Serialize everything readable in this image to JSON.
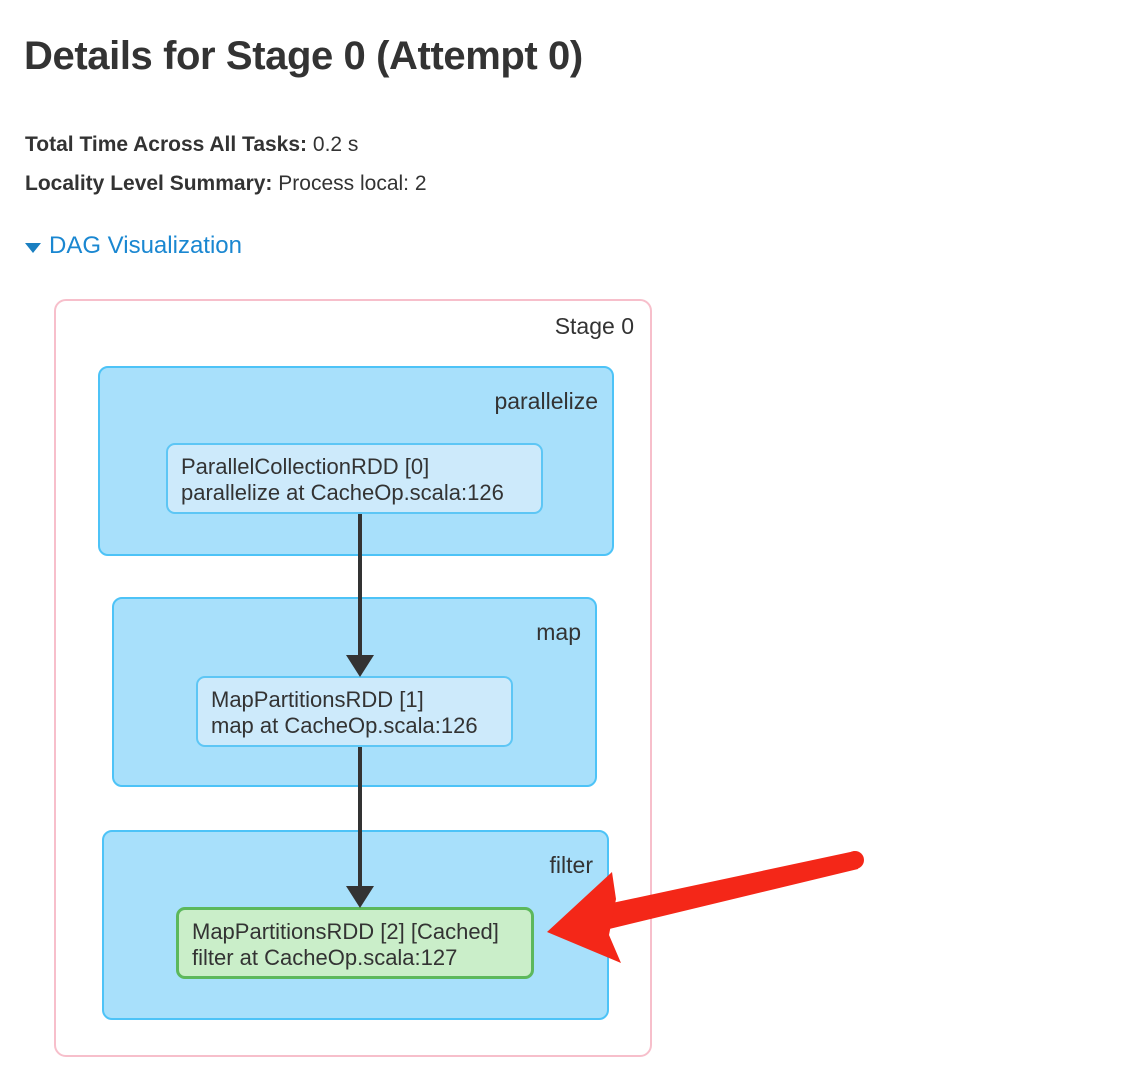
{
  "page": {
    "title": "Details for Stage 0 (Attempt 0)"
  },
  "summary": {
    "total_time_label": "Total Time Across All Tasks:",
    "total_time_value": "0.2 s",
    "locality_label": "Locality Level Summary:",
    "locality_value": "Process local: 2"
  },
  "dag_toggle": {
    "label": "DAG Visualization",
    "caret_icon": "chevron-down-icon",
    "expanded": true,
    "link_color": "#1a87d1"
  },
  "dag": {
    "stage_label": "Stage 0",
    "stage_border_color": "#f7bfcb",
    "cluster_fill_color": "#a8e0fb",
    "cluster_border_color": "#4dc3f7",
    "node_fill_color": "#cdeafb",
    "node_border_color": "#5dc6f5",
    "cached_node_fill_color": "#caeec9",
    "cached_node_border_color": "#5cb85c",
    "edge_color": "#333333",
    "clusters": [
      {
        "label": "parallelize",
        "node": {
          "line1": "ParallelCollectionRDD [0]",
          "line2": "parallelize at CacheOp.scala:126",
          "cached": false
        }
      },
      {
        "label": "map",
        "node": {
          "line1": "MapPartitionsRDD [1]",
          "line2": "map at CacheOp.scala:126",
          "cached": false
        }
      },
      {
        "label": "filter",
        "node": {
          "line1": "MapPartitionsRDD [2] [Cached]",
          "line2": "filter at CacheOp.scala:127",
          "cached": true
        }
      }
    ]
  },
  "annotation": {
    "arrow_color": "#f42718",
    "points_to": "MapPartitionsRDD [2] [Cached]"
  }
}
